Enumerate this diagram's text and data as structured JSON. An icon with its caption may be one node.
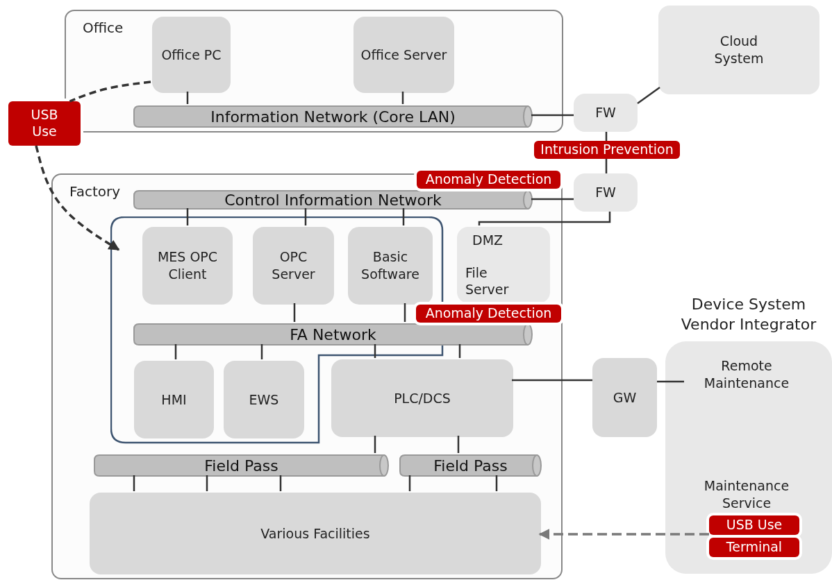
{
  "diagram": {
    "nodes": [
      {
        "text": [
          "Office"
        ]
      },
      {
        "text": [
          "Office PC"
        ],
        "in": 0
      },
      {
        "text": [
          "Office Server"
        ],
        "in": 0
      },
      {
        "text": [
          "Information Network (Core LAN)"
        ],
        "in": 0
      },
      {
        "text": [
          "Cloud System"
        ]
      },
      {
        "text": [
          "FW"
        ]
      },
      {
        "text": [
          "USB Use"
        ]
      },
      {
        "text": [
          "FW"
        ]
      },
      {
        "text": [
          "Factory"
        ]
      },
      {
        "text": [
          "Control Information Network"
        ],
        "in": 8
      },
      {
        "text": [
          "Anomaly Detection"
        ],
        "in": 8
      },
      {
        "text": [],
        "shape": "box",
        "in": 8
      },
      {
        "text": [
          "MES OPC Client"
        ],
        "in": 11
      },
      {
        "text": [
          "OPC Server"
        ],
        "in": 11
      },
      {
        "text": [
          "Basic Software"
        ],
        "in": 11
      },
      {
        "text": [
          "DMZ",
          "File Server"
        ],
        "in": 8
      },
      {
        "text": [
          "FA Network"
        ],
        "in": 8
      },
      {
        "text": [
          "Anomaly Detection"
        ],
        "in": 8
      },
      {
        "text": [
          "HMI"
        ],
        "in": 11
      },
      {
        "text": [
          "EWS"
        ],
        "in": 11
      },
      {
        "text": [
          "PLC/DCS"
        ],
        "in": 8
      },
      {
        "text": [
          "Field Pass"
        ],
        "in": 8
      },
      {
        "text": [
          "Field Pass"
        ],
        "in": 8
      },
      {
        "text": [
          "Various Facilities"
        ],
        "in": 8
      },
      {
        "text": [
          "GW"
        ]
      },
      {
        "text": [
          "Device System Vendor Integrator"
        ]
      },
      {
        "text": [
          "Remote Maintenance"
        ],
        "in": 25
      },
      {
        "text": [
          "Maintenance Service"
        ],
        "in": 25
      },
      {
        "text": [
          "USB Use"
        ],
        "in": 25
      },
      {
        "text": [
          "Terminal"
        ],
        "in": 25
      },
      {
        "text": [
          "Intrusion Prevention"
        ]
      }
    ],
    "edges": [
      {
        "from": 1,
        "to": 3,
        "arrow": "none"
      },
      {
        "from": 2,
        "to": 3,
        "arrow": "none"
      },
      {
        "from": 3,
        "to": 5,
        "arrow": "none"
      },
      {
        "from": 5,
        "to": 4,
        "arrow": "none"
      },
      {
        "from": 5,
        "to": 30,
        "arrow": "none"
      },
      {
        "from": 9,
        "to": 7,
        "arrow": "none"
      },
      {
        "from": 7,
        "to": 15,
        "arrow": "none"
      },
      {
        "from": 1,
        "to": 6,
        "arrow": "none",
        "style": "dashed"
      },
      {
        "from": 6,
        "to": 11,
        "arrow": "to",
        "style": "dashed"
      },
      {
        "from": 9,
        "to": 12,
        "arrow": "none"
      },
      {
        "from": 9,
        "to": 13,
        "arrow": "none"
      },
      {
        "from": 9,
        "to": 14,
        "arrow": "none"
      },
      {
        "from": 13,
        "to": 16,
        "arrow": "none"
      },
      {
        "from": 14,
        "to": 16,
        "arrow": "none"
      },
      {
        "from": 16,
        "to": 18,
        "arrow": "none"
      },
      {
        "from": 16,
        "to": 19,
        "arrow": "none"
      },
      {
        "from": 16,
        "to": 20,
        "arrow": "none"
      },
      {
        "from": 16,
        "to": 20,
        "arrow": "none"
      },
      {
        "from": 20,
        "to": 21,
        "arrow": "none"
      },
      {
        "from": 20,
        "to": 22,
        "arrow": "none"
      },
      {
        "from": 21,
        "to": 23,
        "arrow": "none"
      },
      {
        "from": 21,
        "to": 23,
        "arrow": "none"
      },
      {
        "from": 21,
        "to": 23,
        "arrow": "none"
      },
      {
        "from": 22,
        "to": 23,
        "arrow": "none"
      },
      {
        "from": 22,
        "to": 23,
        "arrow": "none"
      },
      {
        "from": 20,
        "to": 24,
        "arrow": "none"
      },
      {
        "from": 24,
        "to": 26,
        "arrow": "none"
      },
      {
        "from": 28,
        "to": 23,
        "arrow": "to",
        "style": "dashed",
        "color": "#7a7a7a"
      },
      {
        "from": 30,
        "to": 7,
        "arrow": "none"
      }
    ]
  }
}
